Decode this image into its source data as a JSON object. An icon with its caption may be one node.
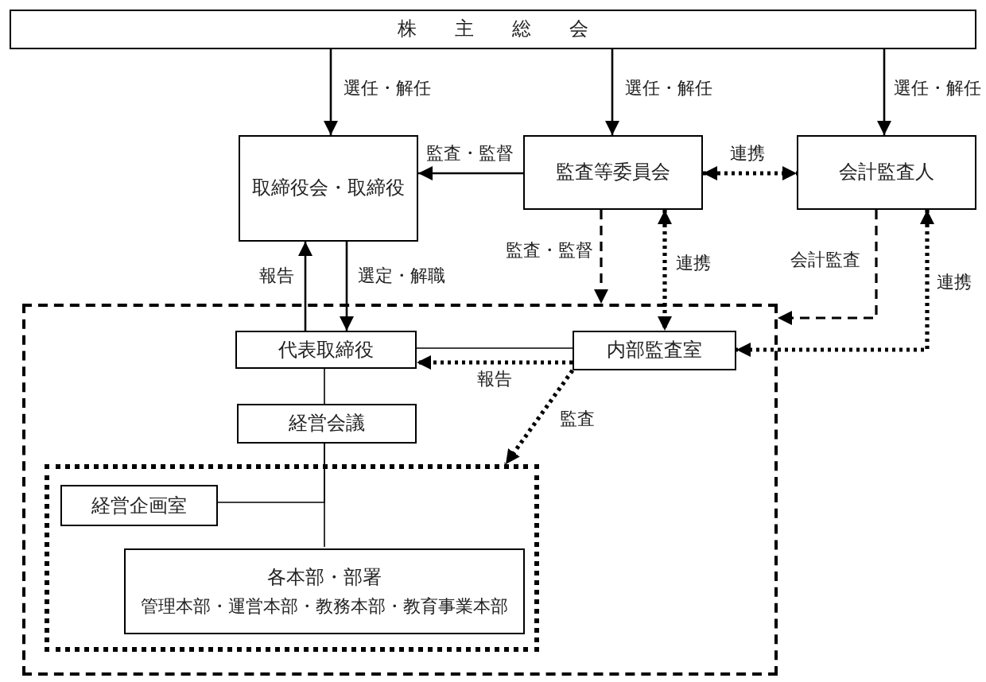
{
  "diagram": {
    "nodes": [
      {
        "text": [
          "株主総会"
        ]
      },
      {
        "text": [
          "取締役会・取締役"
        ]
      },
      {
        "text": [
          "監査等委員会"
        ]
      },
      {
        "text": [
          "会計監査人"
        ]
      },
      {
        "text": [],
        "shape": "box"
      },
      {
        "text": [
          "代表取締役"
        ],
        "in": 4
      },
      {
        "text": [
          "内部監査室"
        ],
        "in": 4
      },
      {
        "text": [
          "経営会議"
        ],
        "in": 4
      },
      {
        "text": [],
        "shape": "box",
        "in": 4
      },
      {
        "text": [
          "経営企画室"
        ],
        "in": 8
      },
      {
        "text": [
          "各本部・部署",
          "管理本部・運営本部・教務本部・教育事業本部"
        ],
        "in": 8
      }
    ],
    "edges": [
      {
        "from": 0,
        "to": 1,
        "arrow": "to",
        "label": "選任・解任"
      },
      {
        "from": 0,
        "to": 2,
        "arrow": "to",
        "label": "選任・解任"
      },
      {
        "from": 0,
        "to": 3,
        "arrow": "to",
        "label": "選任・解任"
      },
      {
        "from": 2,
        "to": 1,
        "arrow": "to",
        "label": "監査・監督"
      },
      {
        "from": 2,
        "to": 3,
        "arrow": "both",
        "label": "連携",
        "style": "dashed"
      },
      {
        "from": 2,
        "to": 4,
        "arrow": "to",
        "label": "監査・監督",
        "style": "dashed"
      },
      {
        "from": 2,
        "to": 6,
        "arrow": "both",
        "label": "連携",
        "style": "dashed"
      },
      {
        "from": 3,
        "to": 4,
        "arrow": "to",
        "label": "会計監査",
        "style": "dashed"
      },
      {
        "from": 3,
        "to": 6,
        "arrow": "both",
        "label": "連携",
        "style": "dashed"
      },
      {
        "from": 5,
        "to": 1,
        "arrow": "to",
        "label": "報告"
      },
      {
        "from": 1,
        "to": 5,
        "arrow": "to",
        "label": "選定・解職"
      },
      {
        "from": 5,
        "to": 6,
        "arrow": "none"
      },
      {
        "from": 6,
        "to": 5,
        "arrow": "to",
        "label": "報告",
        "style": "dashed"
      },
      {
        "from": 6,
        "to": 8,
        "arrow": "to",
        "label": "監査",
        "style": "dashed"
      },
      {
        "from": 5,
        "to": 7,
        "arrow": "none"
      },
      {
        "from": 7,
        "to": 10,
        "arrow": "none"
      },
      {
        "from": 7,
        "to": 9,
        "arrow": "none"
      }
    ]
  }
}
